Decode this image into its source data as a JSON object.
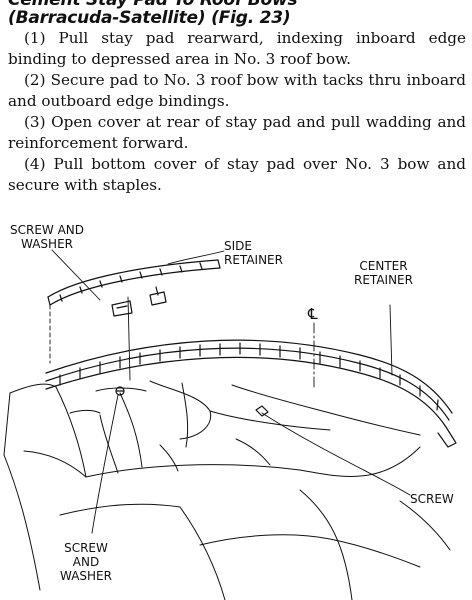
{
  "section": {
    "heading_cut": "Cement Stay Pad To Roof Bows",
    "heading_sub": "(Barracuda-Satellite) (Fig. 23)"
  },
  "steps": [
    "(1) Pull stay pad rearward, indexing inboard edge binding to depressed area in No. 3 roof bow.",
    "(2) Secure pad to No. 3 roof bow with tacks thru inboard and outboard edge bindings.",
    "(3) Open cover at rear of stay pad and pull wadding and reinforcement forward.",
    "(4) Pull bottom cover of stay pad over No. 3 bow and secure with staples."
  ],
  "figure": {
    "labels": {
      "screw_and_washer_top": "SCREW AND\nWASHER",
      "side_retainer": "SIDE\nRETAINER",
      "center_retainer": "CENTER\nRETAINER",
      "centerline": "℄",
      "screw": "SCREW",
      "screw_and_washer_bottom": "SCREW\nAND\nWASHER"
    }
  }
}
